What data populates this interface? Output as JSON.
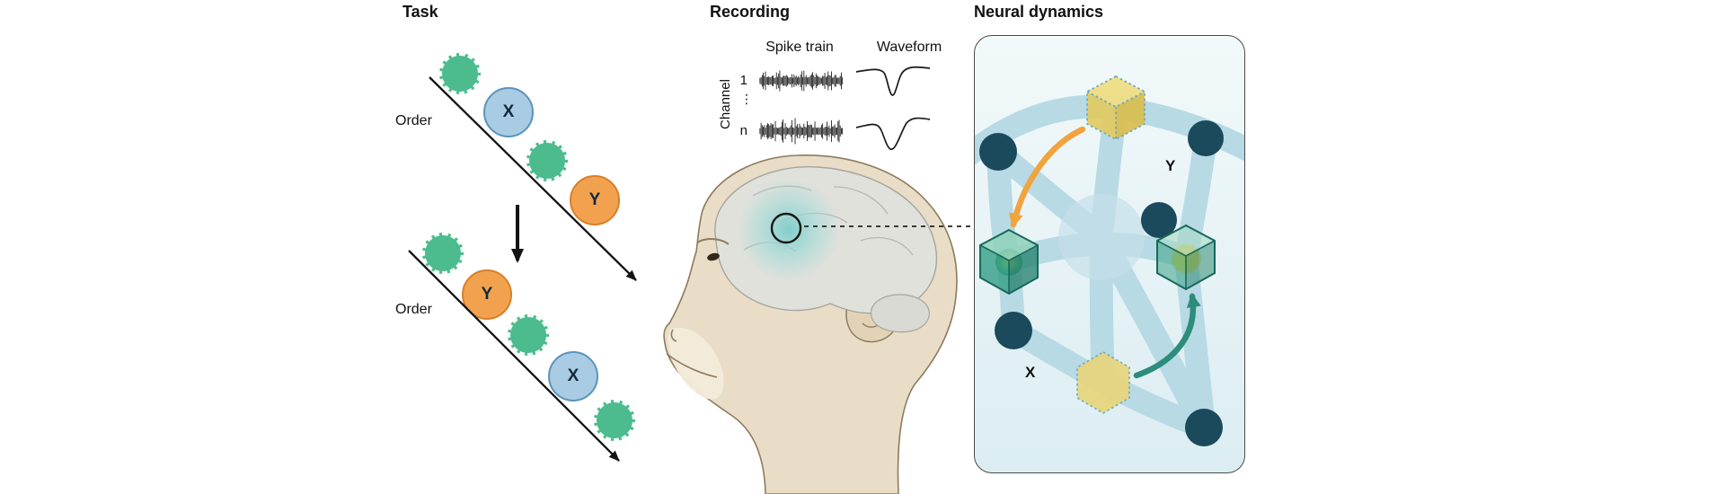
{
  "task": {
    "title": "Task",
    "order1": "Order",
    "order2": "Order",
    "x": "X",
    "y": "Y"
  },
  "recording": {
    "title": "Recording",
    "spike_header": "Spike train",
    "wave_header": "Waveform",
    "channel": "Channel",
    "ch_first": "1",
    "ch_dots": "⋮",
    "ch_last": "n"
  },
  "neural": {
    "title": "Neural dynamics",
    "label_y": "Y",
    "label_x": "X"
  },
  "colors": {
    "green_circle": "#4cbb8e",
    "blue_circle": "#a9cbe3",
    "orange_circle": "#f2a24e",
    "arrow_black": "#141414",
    "network_band": "#b5d9e4",
    "node_dark": "#1a4a5c",
    "cube_yellow": "#eedd84",
    "cube_green": "#2f9b83",
    "arrow_orange": "#f1a33d",
    "arrow_teal": "#2d8c7b",
    "panel_bg": "#e4f1f5",
    "monkey_tan": "#e9ddc7",
    "brain_gray": "#e1e1dc",
    "highlight_teal": "#7bcdcb"
  }
}
